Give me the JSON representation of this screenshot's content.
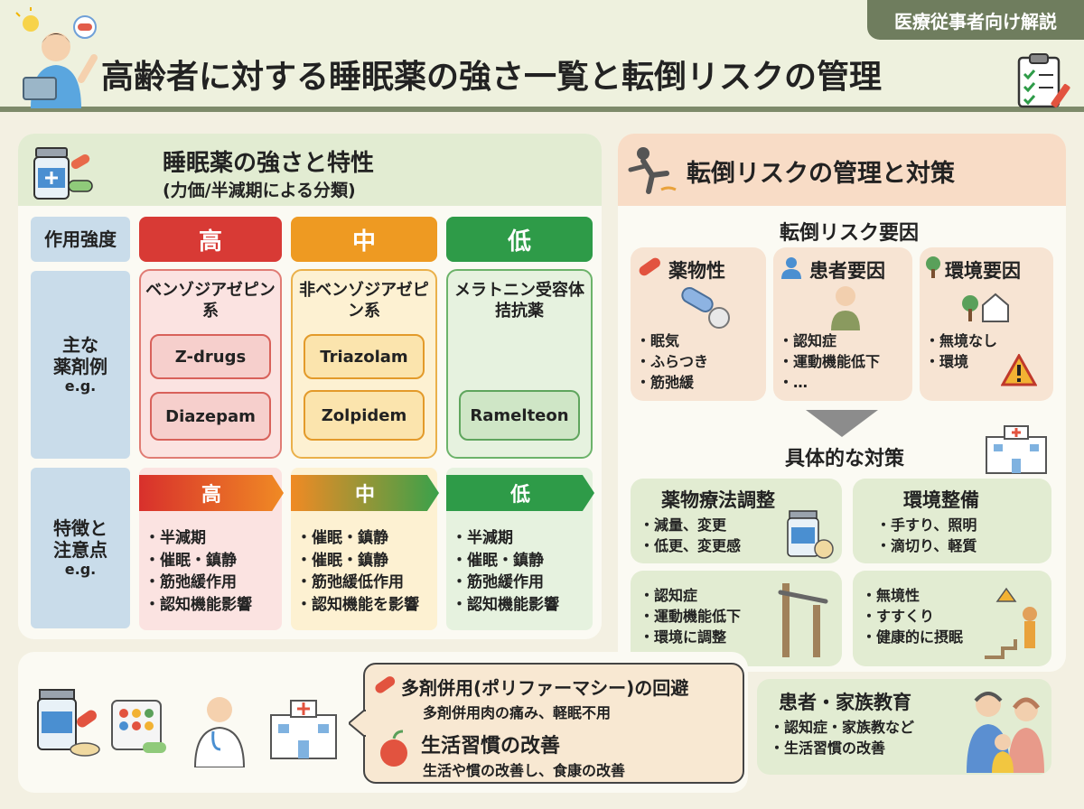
{
  "badge": "医療従事者向け解説",
  "title": "高齢者に対する睡眠薬の強さ一覧と転倒リスクの管理",
  "left_panel": {
    "title": "睡眠薬の強さと特性",
    "subtitle": "(力価/半減期による分類)",
    "row_labels": {
      "strength": "作用強度",
      "drugs_1": "主な",
      "drugs_2": "薬剤例",
      "drugs_eg": "e.g.",
      "features_1": "特徴と",
      "features_2": "注意点",
      "features_eg": "e.g."
    },
    "columns": [
      {
        "level": "高",
        "class_name": "ベンゾジアゼピン系",
        "drugs": [
          "Z-drugs",
          "Diazepam"
        ],
        "bar": "高",
        "features": [
          "半減期",
          "催眠・鎮静",
          "筋弛緩作用",
          "認知機能影響"
        ],
        "color": "#d83a35"
      },
      {
        "level": "中",
        "class_name": "非ベンゾジアゼピン系",
        "drugs": [
          "Triazolam",
          "Zolpidem"
        ],
        "bar": "中",
        "features": [
          "催眠・鎮静",
          "催眠・鎮静",
          "筋弛緩低作用",
          "認知機能を影響"
        ],
        "color": "#ee9a22"
      },
      {
        "level": "低",
        "class_name": "メラトニン受容体拮抗薬",
        "drugs": [
          "Ramelteon"
        ],
        "bar": "低",
        "features": [
          "半減期",
          "催眠・鎮静",
          "筋弛緩作用",
          "認知機能影響"
        ],
        "color": "#2e9b48"
      }
    ]
  },
  "right_panel": {
    "title": "転倒リスクの管理と対策",
    "factors_title": "転倒リスク要因",
    "factors": [
      {
        "title": "薬物性",
        "items": [
          "眠気",
          "ふらつき",
          "筋弛緩"
        ]
      },
      {
        "title": "患者要因",
        "items": [
          "認知症",
          "運動機能低下",
          "…"
        ]
      },
      {
        "title": "環境要因",
        "items": [
          "無境なし",
          "環境"
        ]
      }
    ],
    "measures_title": "具体的な対策",
    "measures": [
      {
        "title": "薬物療法調整",
        "items": [
          "減量、変更",
          "低更、変更感"
        ]
      },
      {
        "title": "環境整備",
        "items": [
          "手すり、照明",
          "滴切り、軽質"
        ]
      },
      {
        "title": "",
        "items": [
          "認知症",
          "運動機能低下",
          "環境に調整"
        ]
      },
      {
        "title": "",
        "items": [
          "無境性",
          "すすくり",
          "健康的に摂眠"
        ]
      }
    ],
    "education": {
      "title": "患者・家族教育",
      "items": [
        "認知症・家族教など",
        "生活習慣の改善"
      ]
    }
  },
  "bottom": {
    "poly_title": "多剤併用(ポリファーマシー)の回避",
    "poly_sub": "多剤併用肉の痛み、軽眠不用",
    "life_title": "生活習慣の改善",
    "life_sub": "生活や慣の改善し、食康の改善"
  },
  "colors": {
    "high": "#d83a35",
    "mid": "#ee9a22",
    "low": "#2e9b48",
    "label_bg": "#c9dcea"
  }
}
